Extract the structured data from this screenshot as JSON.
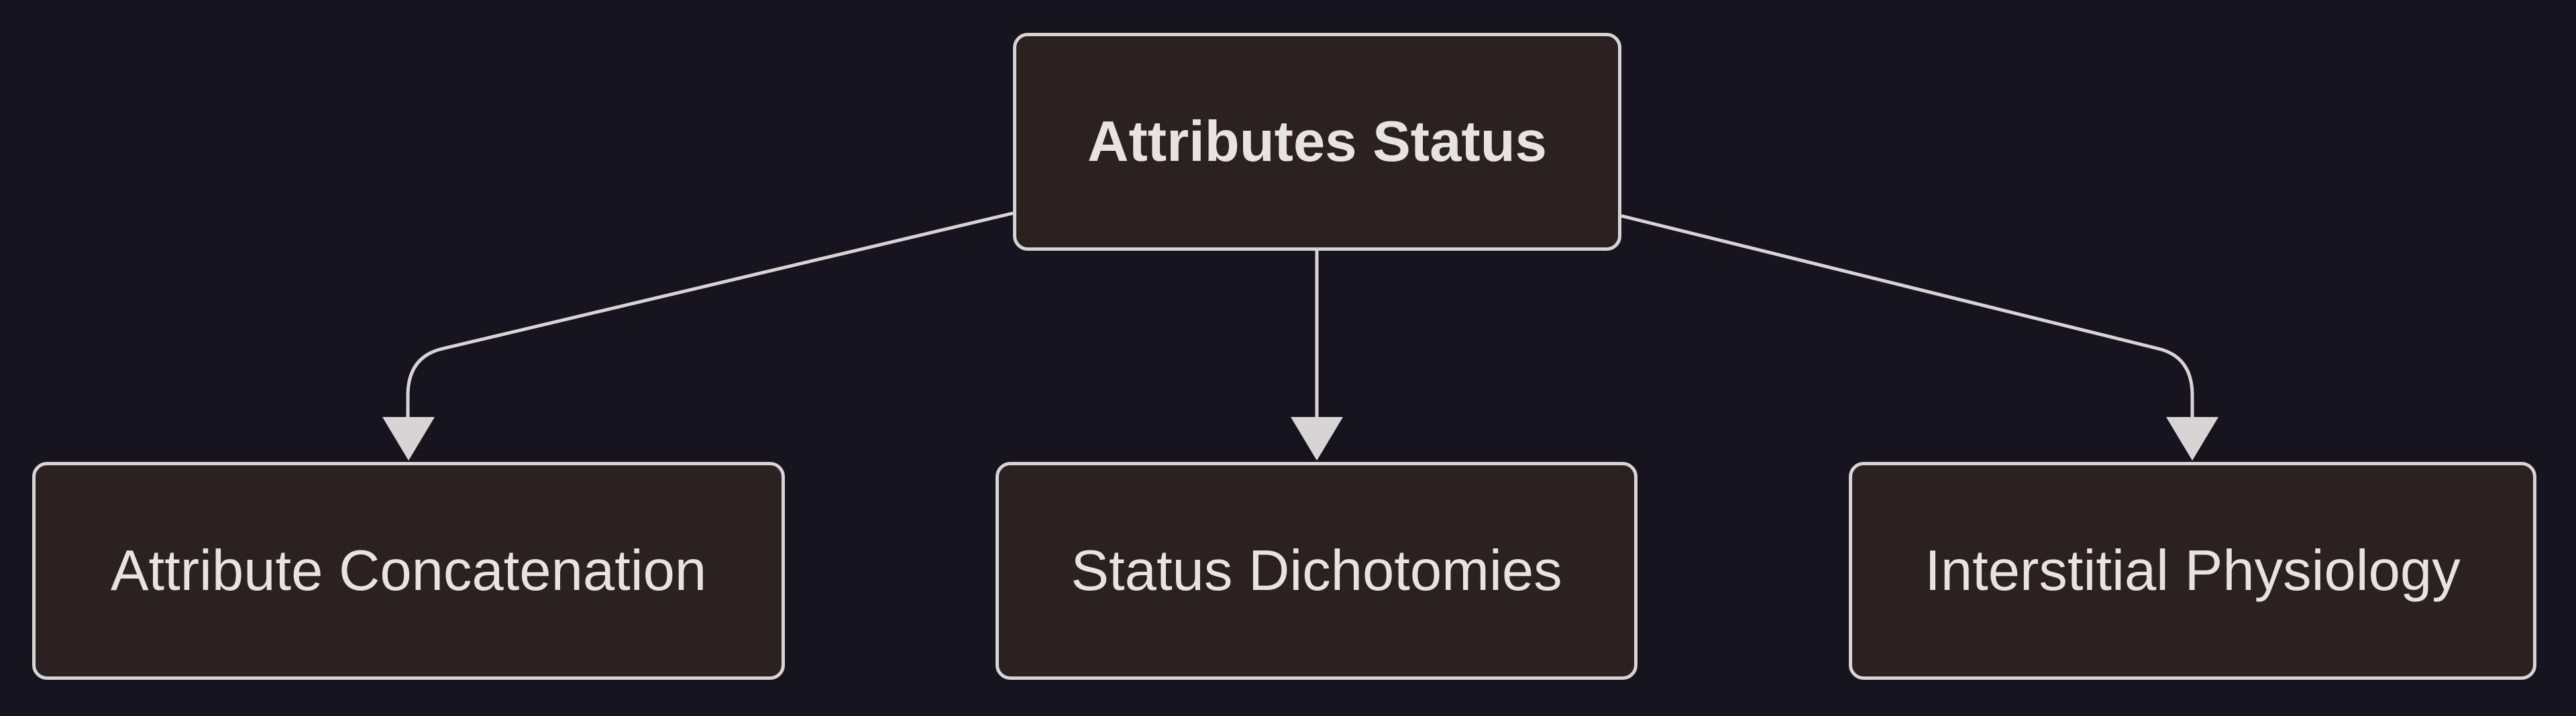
{
  "diagram": {
    "root": {
      "label": "Attributes Status"
    },
    "children": [
      {
        "label": "Attribute Concatenation"
      },
      {
        "label": "Status Dichotomies"
      },
      {
        "label": "Interstitial Physiology"
      }
    ]
  },
  "colors": {
    "background": "#15141f",
    "node_fill": "#2c2121",
    "node_border": "#d9d4d4",
    "edge": "#d9d4d4",
    "text": "#e8e3e3"
  }
}
